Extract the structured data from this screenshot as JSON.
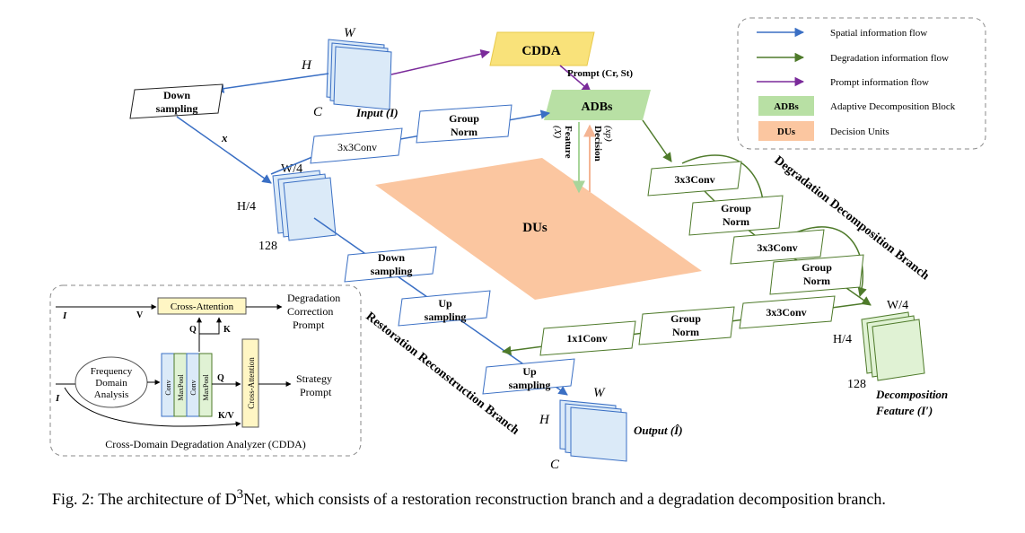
{
  "figure": {
    "caption_prefix": "Fig. 2: The architecture of D",
    "caption_sup": "3",
    "caption_rest": "Net, which consists of a restoration reconstruction branch and a degradation decomposition branch."
  },
  "labels": {
    "W": "W",
    "H": "H",
    "C": "C",
    "input": "Input (I)",
    "cdda": "CDDA",
    "prompt": "Prompt (Cr, St)",
    "adbs": "ADBs",
    "down_sampling_line1": "Down",
    "down_sampling_line2": "sampling",
    "x": "x",
    "conv3x3": "3x3Conv",
    "group_line1": "Group",
    "group_line2": "Norm",
    "w4": "W/4",
    "h4": "H/4",
    "ch128": "128",
    "feature_line1": "Feature",
    "feature_line2": "(X)",
    "decision_line1": "Decision",
    "decision_line2": "(xp)",
    "dus": "DUs",
    "up_line1": "Up",
    "up_line2": "sampling",
    "conv1x1": "1x1Conv",
    "output": "Output (Î)",
    "decomp_line1": "Decomposition",
    "decomp_line2": "Feature (I′)",
    "restoration_branch": "Restoration Reconstruction Branch",
    "degradation_branch": "Degradation Decomposition Branch"
  },
  "legend": {
    "spatial": "Spatial information flow",
    "degradation": "Degradation information flow",
    "prompt": "Prompt information flow",
    "adbs_box": "ADBs",
    "adbs_desc": "Adaptive Decomposition Block",
    "dus_box": "DUs",
    "dus_desc": "Decision Units"
  },
  "cdda_panel": {
    "title": "Cross-Domain Degradation Analyzer (CDDA)",
    "cross_attention": "Cross-Attention",
    "i": "I",
    "v": "V",
    "q": "Q",
    "k": "K",
    "kv": "K/V",
    "freq_line1": "Frequency",
    "freq_line2": "Domain",
    "freq_line3": "Analysis",
    "conv": "Conv",
    "maxpool": "MaxPool",
    "out1_line1": "Degradation",
    "out1_line2": "Correction",
    "out1_line3": "Prompt",
    "out2_line1": "Strategy",
    "out2_line2": "Prompt"
  },
  "colors": {
    "spatial_flow": "#3a6fc4",
    "degradation_flow": "#4e7a2a",
    "prompt_flow": "#7a2a9a",
    "cdda_fill": "#f9e27a",
    "adbs_fill": "#b8e0a4",
    "dus_fill": "#fbc6a0",
    "feature_fill": "#dbeaf8",
    "green_feature_fill": "#e0f2d4",
    "cross_attention_fill": "#fff6c4"
  }
}
